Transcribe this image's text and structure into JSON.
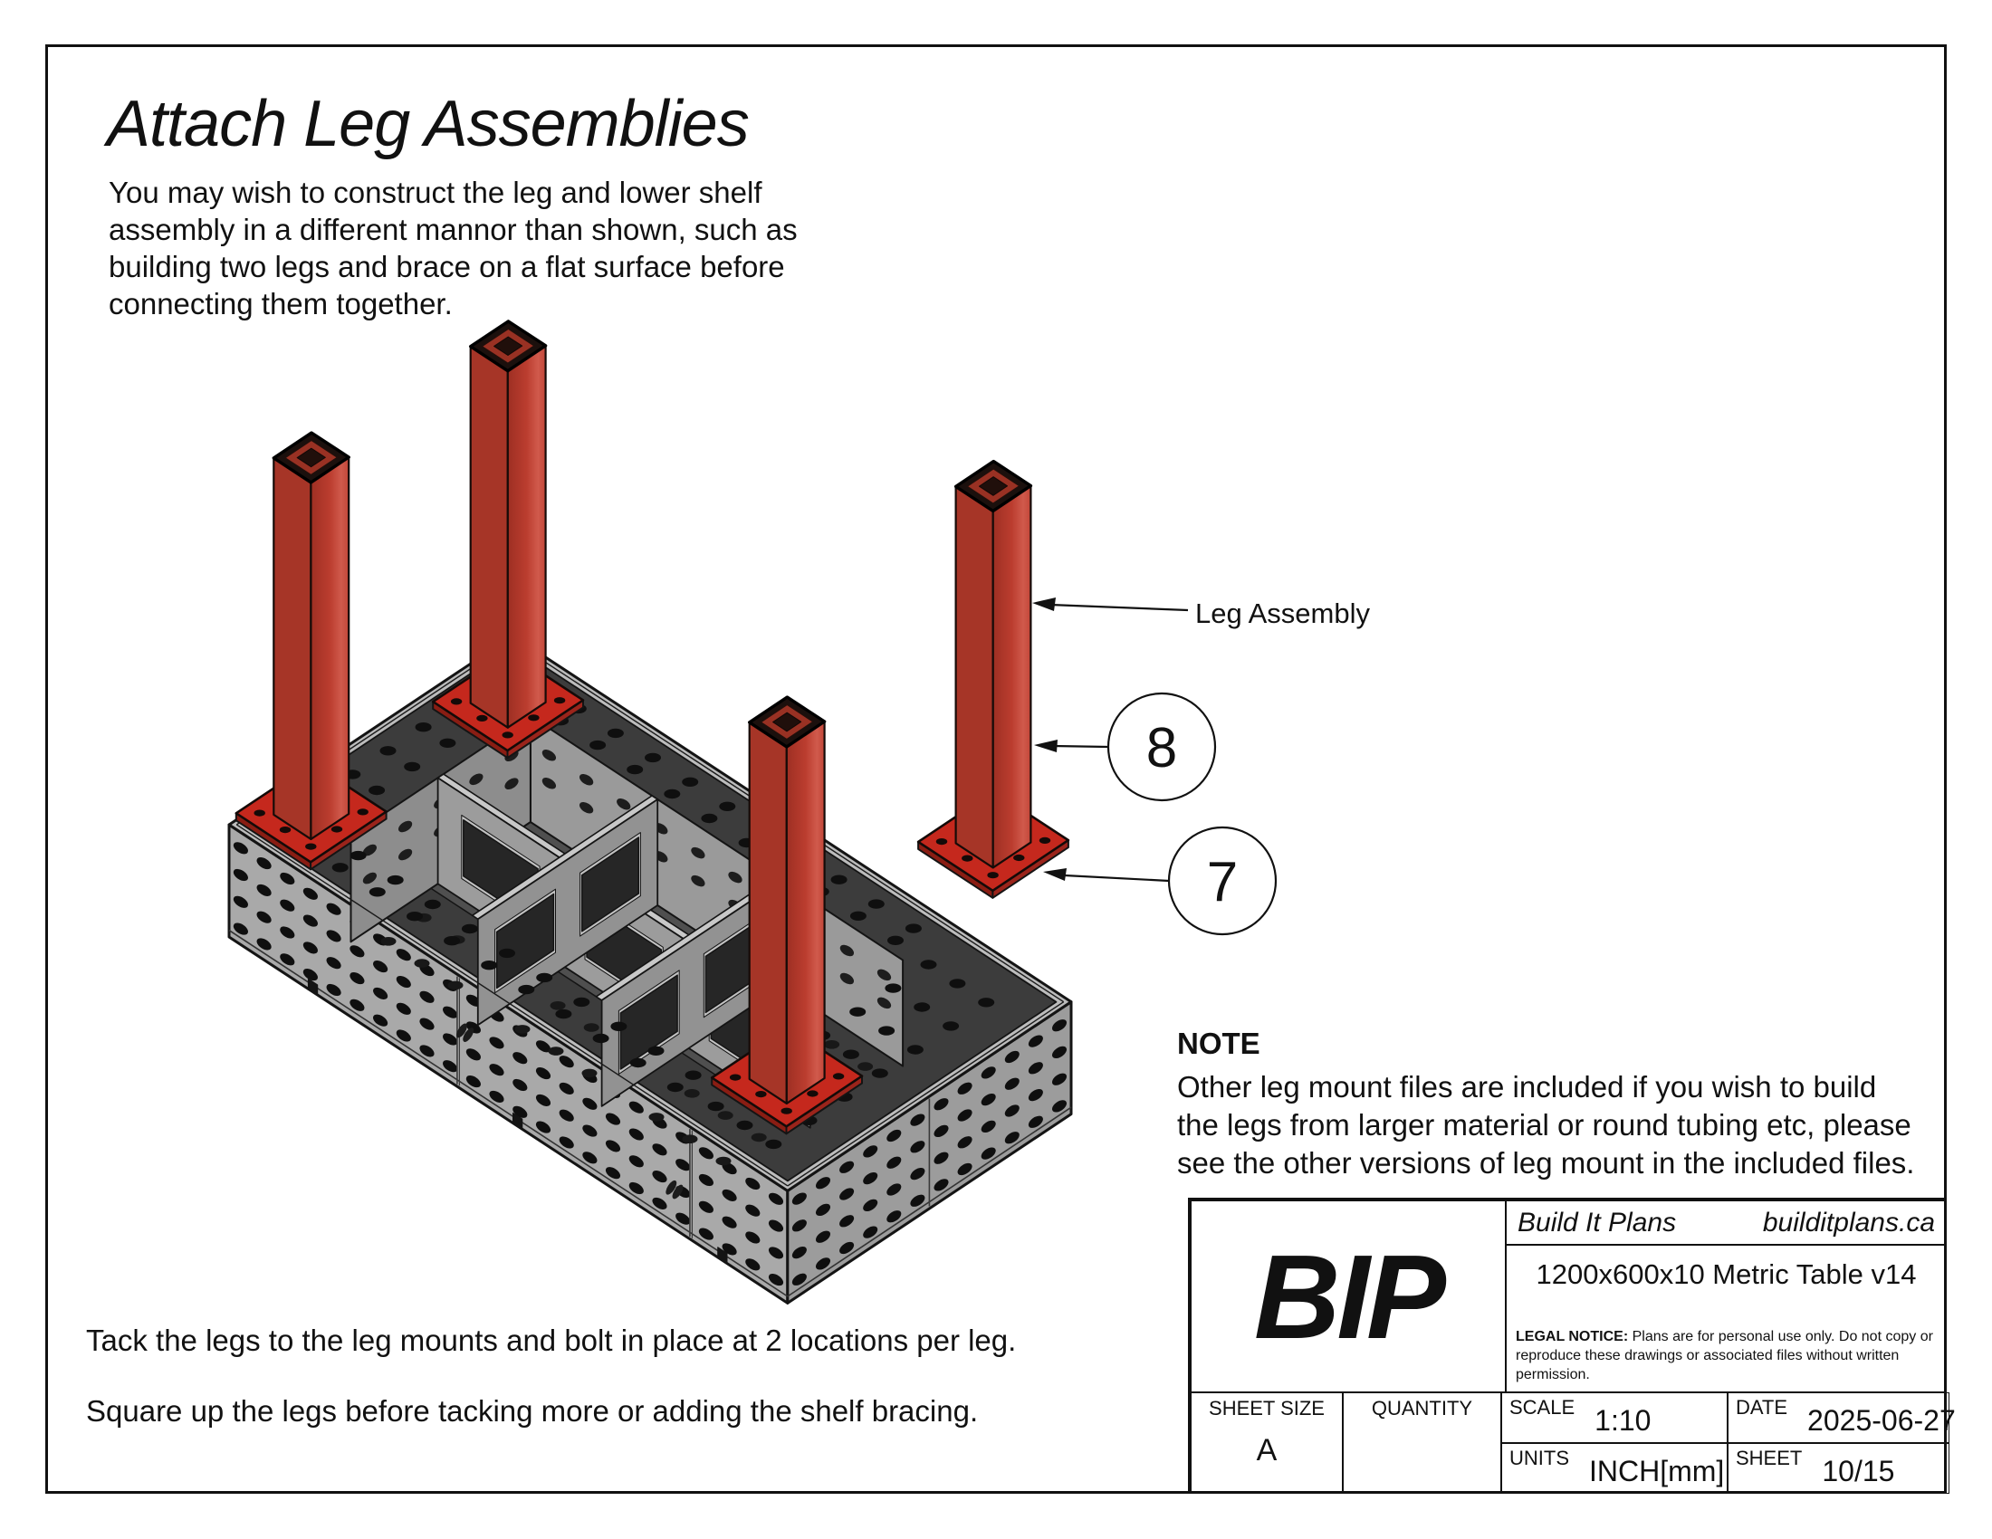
{
  "page": {
    "title": "Attach Leg Assemblies",
    "intro_lines": [
      "You may wish to construct the leg and lower shelf",
      "assembly in a different mannor than shown, such as",
      "building two legs and brace on a flat surface before",
      "connecting them together."
    ],
    "instruction_1": "Tack the legs to the leg mounts and bolt in place at 2 locations per leg.",
    "instruction_2": "Square up the legs before tacking more or adding the shelf bracing."
  },
  "note": {
    "heading": "NOTE",
    "lines": [
      "Other leg mount files are included if you wish to build",
      "the legs from larger material or round tubing etc, please",
      "see the other versions of leg mount in the included files."
    ]
  },
  "callouts": {
    "leg_assembly": "Leg Assembly",
    "balloon_8": "8",
    "balloon_7": "7"
  },
  "title_block": {
    "logo": "BIP",
    "company": "Build It Plans",
    "website": "builditplans.ca",
    "project": "1200x600x10 Metric Table v14",
    "legal_bold": "LEGAL NOTICE:",
    "legal_line1": "Plans are for personal use only. Do not copy or",
    "legal_line2": "reproduce these drawings or associated files without written permission.",
    "sheet_size_label": "SHEET SIZE",
    "sheet_size": "A",
    "quantity_label": "QUANTITY",
    "quantity": "",
    "scale_label": "SCALE",
    "scale": "1:10",
    "units_label": "UNITS",
    "units": "INCH[mm]",
    "date_label": "DATE",
    "date": "2025-06-27",
    "sheet_label": "SHEET",
    "sheet": "10/15"
  },
  "colors": {
    "outline": "#141414",
    "table_side": "#a9a9a9",
    "table_side_short": "#9c9c9c",
    "rim": "#bcbcbc",
    "band_dark": "#3c3c3c",
    "floor": "#4f4f4f",
    "wall_n": "#9a9a9a",
    "wall_w": "#8d8d8d",
    "rib_face": "#9c9c9c",
    "rib_face2": "#929292",
    "rib_top": "#c8c8c8",
    "cutout": "#262626",
    "cutout_rim": "#c2c2c2",
    "hole": "#0f0f0f",
    "leg_left": "#a63527",
    "leg_right_a": "#9e2f23",
    "leg_right_b": "#c04335",
    "leg_right_c": "#d05a4c",
    "plate_top": "#c5281d",
    "plate_side": "#8a1d13",
    "plate_hole": "#140a08"
  }
}
